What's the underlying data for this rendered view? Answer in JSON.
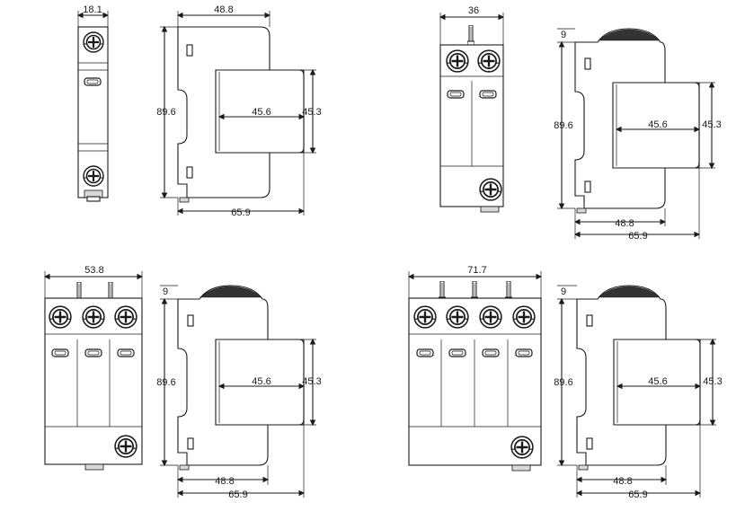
{
  "dimensions": {
    "width_1p": "18.1",
    "width_2p": "36",
    "width_3p": "53.8",
    "width_4p": "71.7",
    "side_top": "48.8",
    "height": "89.6",
    "inner": "45.6",
    "front_h": "45.3",
    "bottom_inner": "48.8",
    "bottom_total": "65.9",
    "cap": "9"
  },
  "colors": {
    "line": "#1a1a1a",
    "background": "#ffffff",
    "shade": "#d9d9d9"
  }
}
